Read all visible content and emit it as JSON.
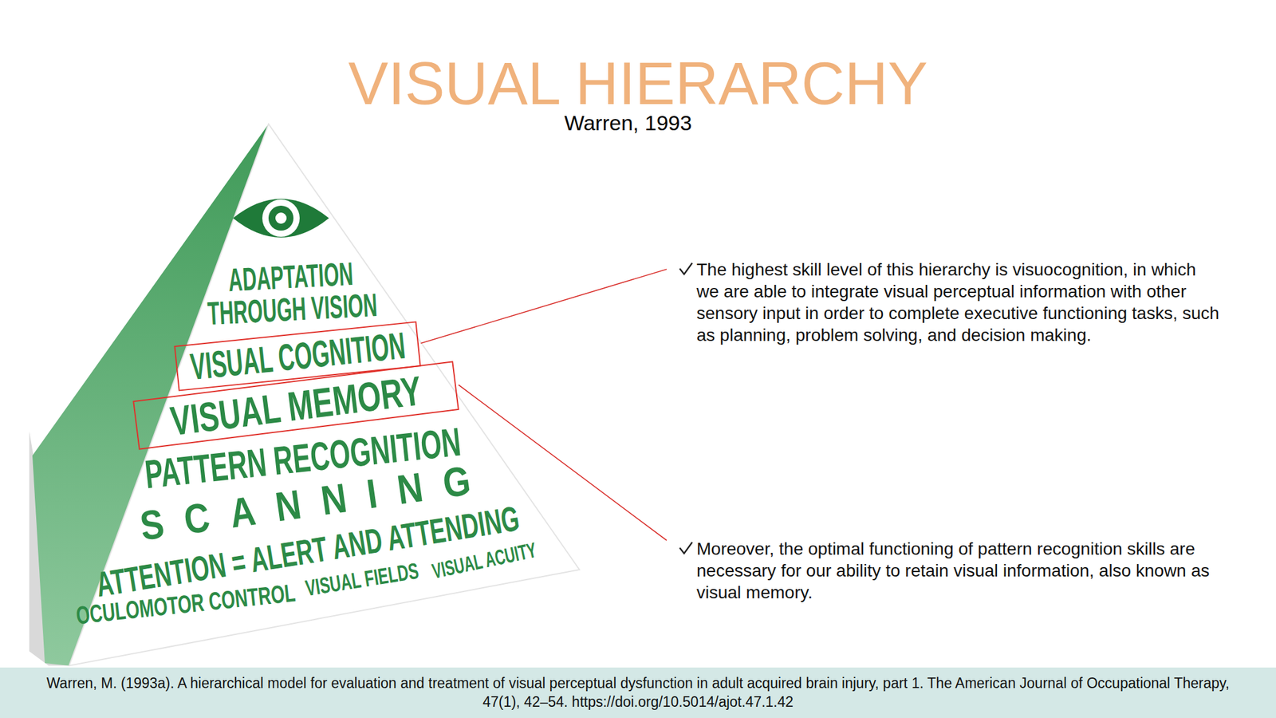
{
  "diagram": {
    "title": "VISUAL HIERARCHY",
    "caption": "Warren, M. (1993a). A hierarchical model for evaluation and treatment of visual perceptual dysfunction in adult acquired brain injury, part 1. The American Journal of Occupational Therapy, 47(1), 42–54. https://doi.org/10.5014/ajot.47.1.42",
    "nodes": [
      {
        "text": [
          "VISUAL COGNITION"
        ]
      },
      {
        "text": [
          "VISUAL MEMORY"
        ]
      }
    ],
    "labels": [
      "Warren, 1993",
      "ADAPTATION THROUGH VISION",
      "PATTERN RECOGNITION",
      "SCANNING",
      "ATTENTION = ALERT AND ATTENDING",
      "OCULOMOTOR CONTROL",
      "VISUAL FIELDS",
      "VISUAL ACUITY",
      "The highest skill level of this hierarchy is visuocognition, in which we are able to integrate visual perceptual information with other sensory input in order to complete executive functioning tasks, such as planning, problem solving, and decision making.",
      "Moreover, the optimal functioning of pattern recognition skills are necessary for our ability to retain visual information, also known as visual memory."
    ]
  }
}
